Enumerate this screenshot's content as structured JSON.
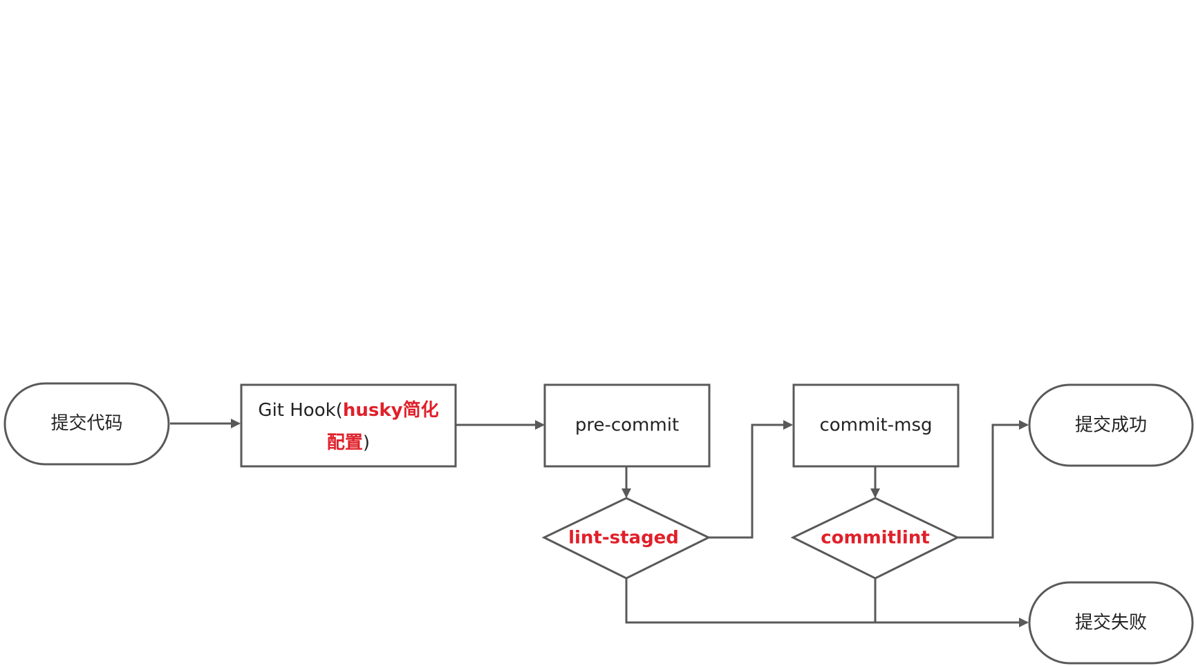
{
  "diagram": {
    "nodes": {
      "submit": {
        "label": "提交代码"
      },
      "githook": {
        "prefix": "Git Hook(",
        "highlight_1": "husky简化",
        "highlight_2": "配置",
        "suffix": ")"
      },
      "precommit": {
        "label": "pre-commit"
      },
      "lintstaged": {
        "label": "lint-staged"
      },
      "commitmsg": {
        "label": "commit-msg"
      },
      "commitlint": {
        "label": "commitlint"
      },
      "success": {
        "label": "提交成功"
      },
      "failure": {
        "label": "提交失败"
      }
    },
    "edges": [
      {
        "from": "submit",
        "to": "githook"
      },
      {
        "from": "githook",
        "to": "precommit"
      },
      {
        "from": "precommit",
        "to": "lintstaged"
      },
      {
        "from": "lintstaged",
        "to": "commitmsg"
      },
      {
        "from": "commitmsg",
        "to": "commitlint"
      },
      {
        "from": "commitlint",
        "to": "success"
      },
      {
        "from": "lintstaged",
        "to": "failure"
      },
      {
        "from": "commitlint",
        "to": "failure"
      }
    ],
    "colors": {
      "stroke": "#595959",
      "text": "#222222",
      "highlight": "#e0202a",
      "background": "#ffffff"
    }
  }
}
